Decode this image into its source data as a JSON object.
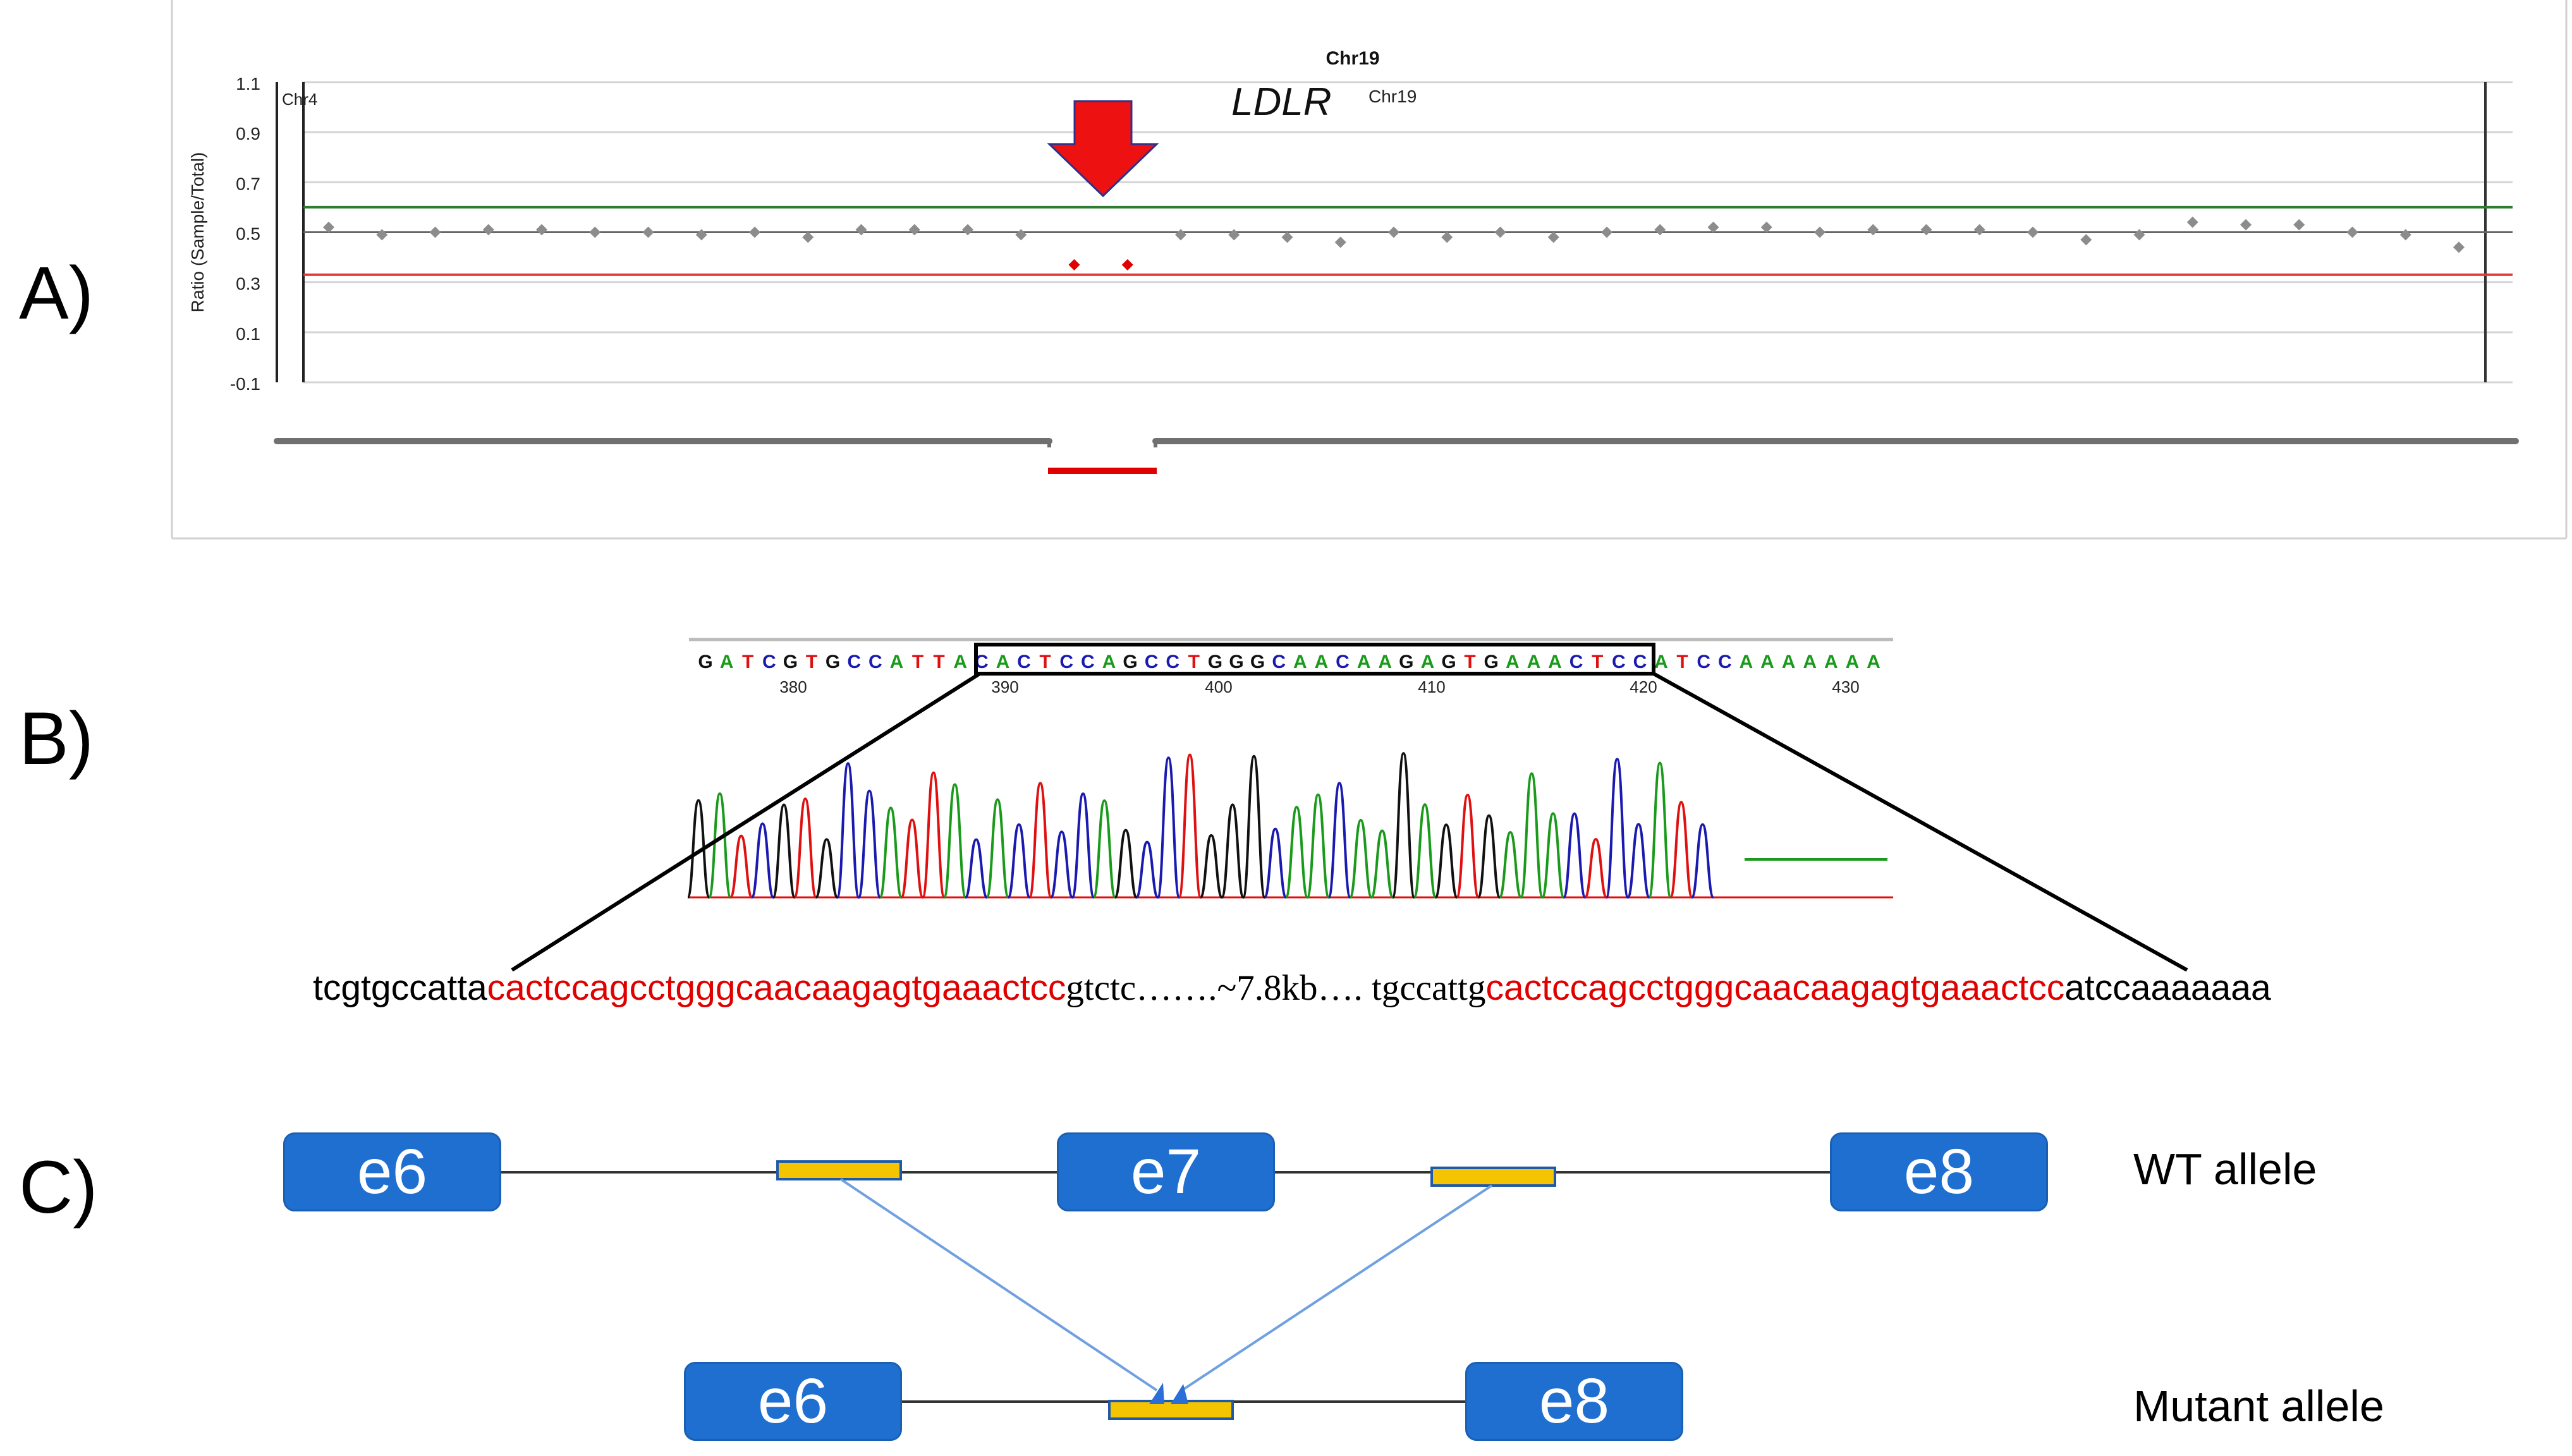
{
  "panels": {
    "a": "A)",
    "b": "B)",
    "c": "C)"
  },
  "panel_a": {
    "chr_top": "Chr19",
    "chr_left": "Chr4",
    "gene": "LDLR",
    "chr_right": "Chr19",
    "colors": {
      "upper_threshold": "#2e7d32",
      "lower_threshold": "#e53935",
      "normal_point": "#8c8c8c",
      "deleted_point": "#e00000",
      "arrow": "#ee1111",
      "arrow_outline": "#30308a"
    }
  },
  "chart_data": {
    "type": "scatter",
    "ylabel": "Ratio (Sample/Total)",
    "yticks": [
      "1.1",
      "0.9",
      "0.7",
      "0.5",
      "0.3",
      "0.1",
      "-0.1"
    ],
    "ylim": [
      -0.1,
      1.1
    ],
    "thresholds": {
      "upper": 0.6,
      "middle": 0.5,
      "lower": 0.33
    },
    "series": [
      {
        "values": [
          0.52,
          0.49,
          0.5,
          0.51,
          0.51,
          0.5,
          0.5,
          0.49,
          0.5,
          0.48,
          0.51,
          0.51,
          0.51,
          0.49,
          0.37,
          0.37,
          0.49,
          0.49,
          0.48,
          0.46,
          0.5,
          0.48,
          0.5,
          0.48,
          0.5,
          0.51,
          0.52,
          0.52,
          0.5,
          0.51,
          0.51,
          0.51,
          0.5,
          0.47,
          0.49,
          0.54,
          0.53,
          0.53,
          0.5,
          0.49,
          0.44
        ],
        "deleted_indices": [
          14,
          15
        ]
      }
    ]
  },
  "panel_b": {
    "bases": "GATCGTGCCATTACACTCCAGCCTGGGCAACAAGAGTGAAACTCCATCCAAAAAAA",
    "positions": [
      "380",
      "390",
      "400",
      "410",
      "420",
      "430"
    ],
    "sequence": {
      "left_flank": "tcgtgccatta",
      "repeat1": "cactccagcctgggcaacaagagtgaaactcc",
      "mid1": "gtctc…….~7.8kb…. tgccattg",
      "repeat2": "cactccagcctgggcaacaagagtgaaactcc",
      "right_flank": "atccaaaaaaa"
    },
    "colors": {
      "A": "#1a9a1a",
      "C": "#1a1ab0",
      "G": "#111111",
      "T": "#e01010",
      "repeat_text": "#e00000"
    }
  },
  "panel_c": {
    "wt": {
      "exons": [
        "e6",
        "e7",
        "e8"
      ],
      "label": "WT allele"
    },
    "mutant": {
      "exons": [
        "e6",
        "e8"
      ],
      "label": "Mutant allele"
    },
    "colors": {
      "exon": "#1f6fd1",
      "alu": "#f5c400",
      "arrow": "#6fa0e0"
    }
  }
}
